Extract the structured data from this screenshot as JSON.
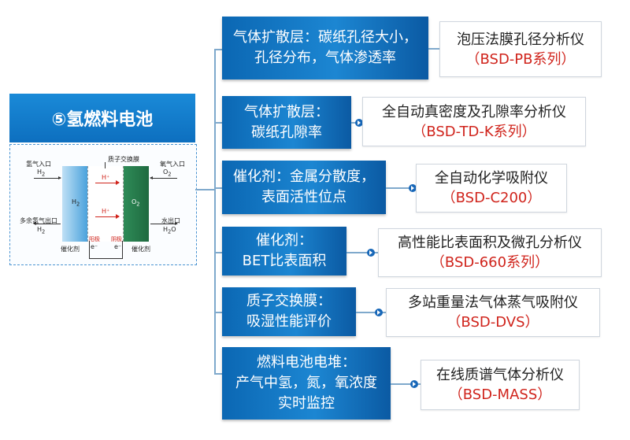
{
  "title": "⑤氢燃料电池",
  "fuel_cell": {
    "h2_inlet": "氢气入口",
    "h2_inlet_sub": "H",
    "o2_inlet": "氧气入口",
    "o2_inlet_sub": "O",
    "pem": "质子交换膜",
    "h2_label": "H",
    "o2_label": "O",
    "h_plus_1": "H⁺",
    "h_plus_2": "H⁺",
    "excess_h2_outlet": "多余氢气出口",
    "excess_h2_sub": "H",
    "water_outlet": "水出口",
    "water_sub": "H",
    "water_sub2": "O",
    "catalyst_left": "催化剂",
    "catalyst_right": "催化剂",
    "anode": "阳极",
    "cathode": "阴极",
    "electron_left": "e⁻",
    "electron_right": "e⁻",
    "subscript_2": "2"
  },
  "rows": [
    {
      "blue_lines": [
        "气体扩散层：碳纸孔径大小，",
        "孔径分布，气体渗透率"
      ],
      "inst_name": "泡压法膜孔径分析仪",
      "inst_model": "（BSD-PB系列）"
    },
    {
      "blue_lines": [
        "气体扩散层：",
        "碳纸孔隙率"
      ],
      "inst_name": "全自动真密度及孔隙率分析仪",
      "inst_model": "（BSD-TD-K系列）"
    },
    {
      "blue_lines": [
        "催化剂：金属分散度，",
        "表面活性位点"
      ],
      "inst_name": "全自动化学吸附仪",
      "inst_model": "（BSD-C200）"
    },
    {
      "blue_lines": [
        "催化剂：",
        "BET比表面积"
      ],
      "inst_name": "高性能比表面积及微孔分析仪",
      "inst_model": "（BSD-660系列）"
    },
    {
      "blue_lines": [
        "质子交换膜：",
        "吸湿性能评价"
      ],
      "inst_name": "多站重量法气体蒸气吸附仪",
      "inst_model": "（BSD-DVS）"
    },
    {
      "blue_lines": [
        "燃料电池电堆：",
        "产气中氢，氮，氧浓度",
        "实时监控"
      ],
      "inst_name": "在线质谱气体分析仪",
      "inst_model": "（BSD-MASS）"
    }
  ]
}
